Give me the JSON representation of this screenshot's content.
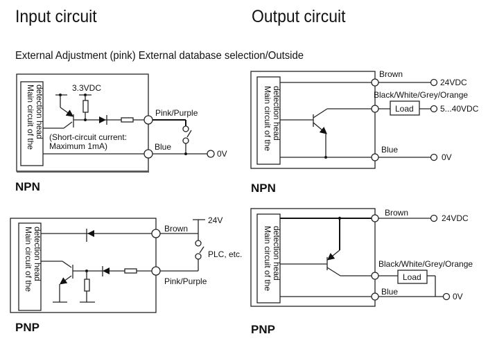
{
  "headings": {
    "input": "Input circuit",
    "output": "Output circuit",
    "subtitle": "External Adjustment (pink) External database selection/Outside"
  },
  "main_circuit_label": [
    "Main circuit of the",
    "detection head"
  ],
  "input_npn": {
    "type_label": "NPN",
    "supply_label": "3.3VDC",
    "note_line1": "(Short-circuit current:",
    "note_line2": "Maximum 1mA)",
    "wire_pink": "Pink/Purple",
    "wire_blue": "Blue",
    "ground_label": "0V"
  },
  "input_pnp": {
    "type_label": "PNP",
    "supply_label": "24V",
    "wire_brown": "Brown",
    "wire_pink": "Pink/Purple",
    "switch_label": "PLC, etc."
  },
  "output_npn": {
    "type_label": "NPN",
    "wire_brown": "Brown",
    "wire_output": "Black/White/Grey/Orange",
    "wire_blue": "Blue",
    "load_label": "Load",
    "supply_label": "24VDC",
    "load_supply_label": "5...40VDC",
    "ground_label": "0V"
  },
  "output_pnp": {
    "type_label": "PNP",
    "wire_brown": "Brown",
    "wire_output": "Black/White/Grey/Orange",
    "wire_blue": "Blue",
    "load_label": "Load",
    "supply_label": "24VDC",
    "ground_label": "0V"
  }
}
